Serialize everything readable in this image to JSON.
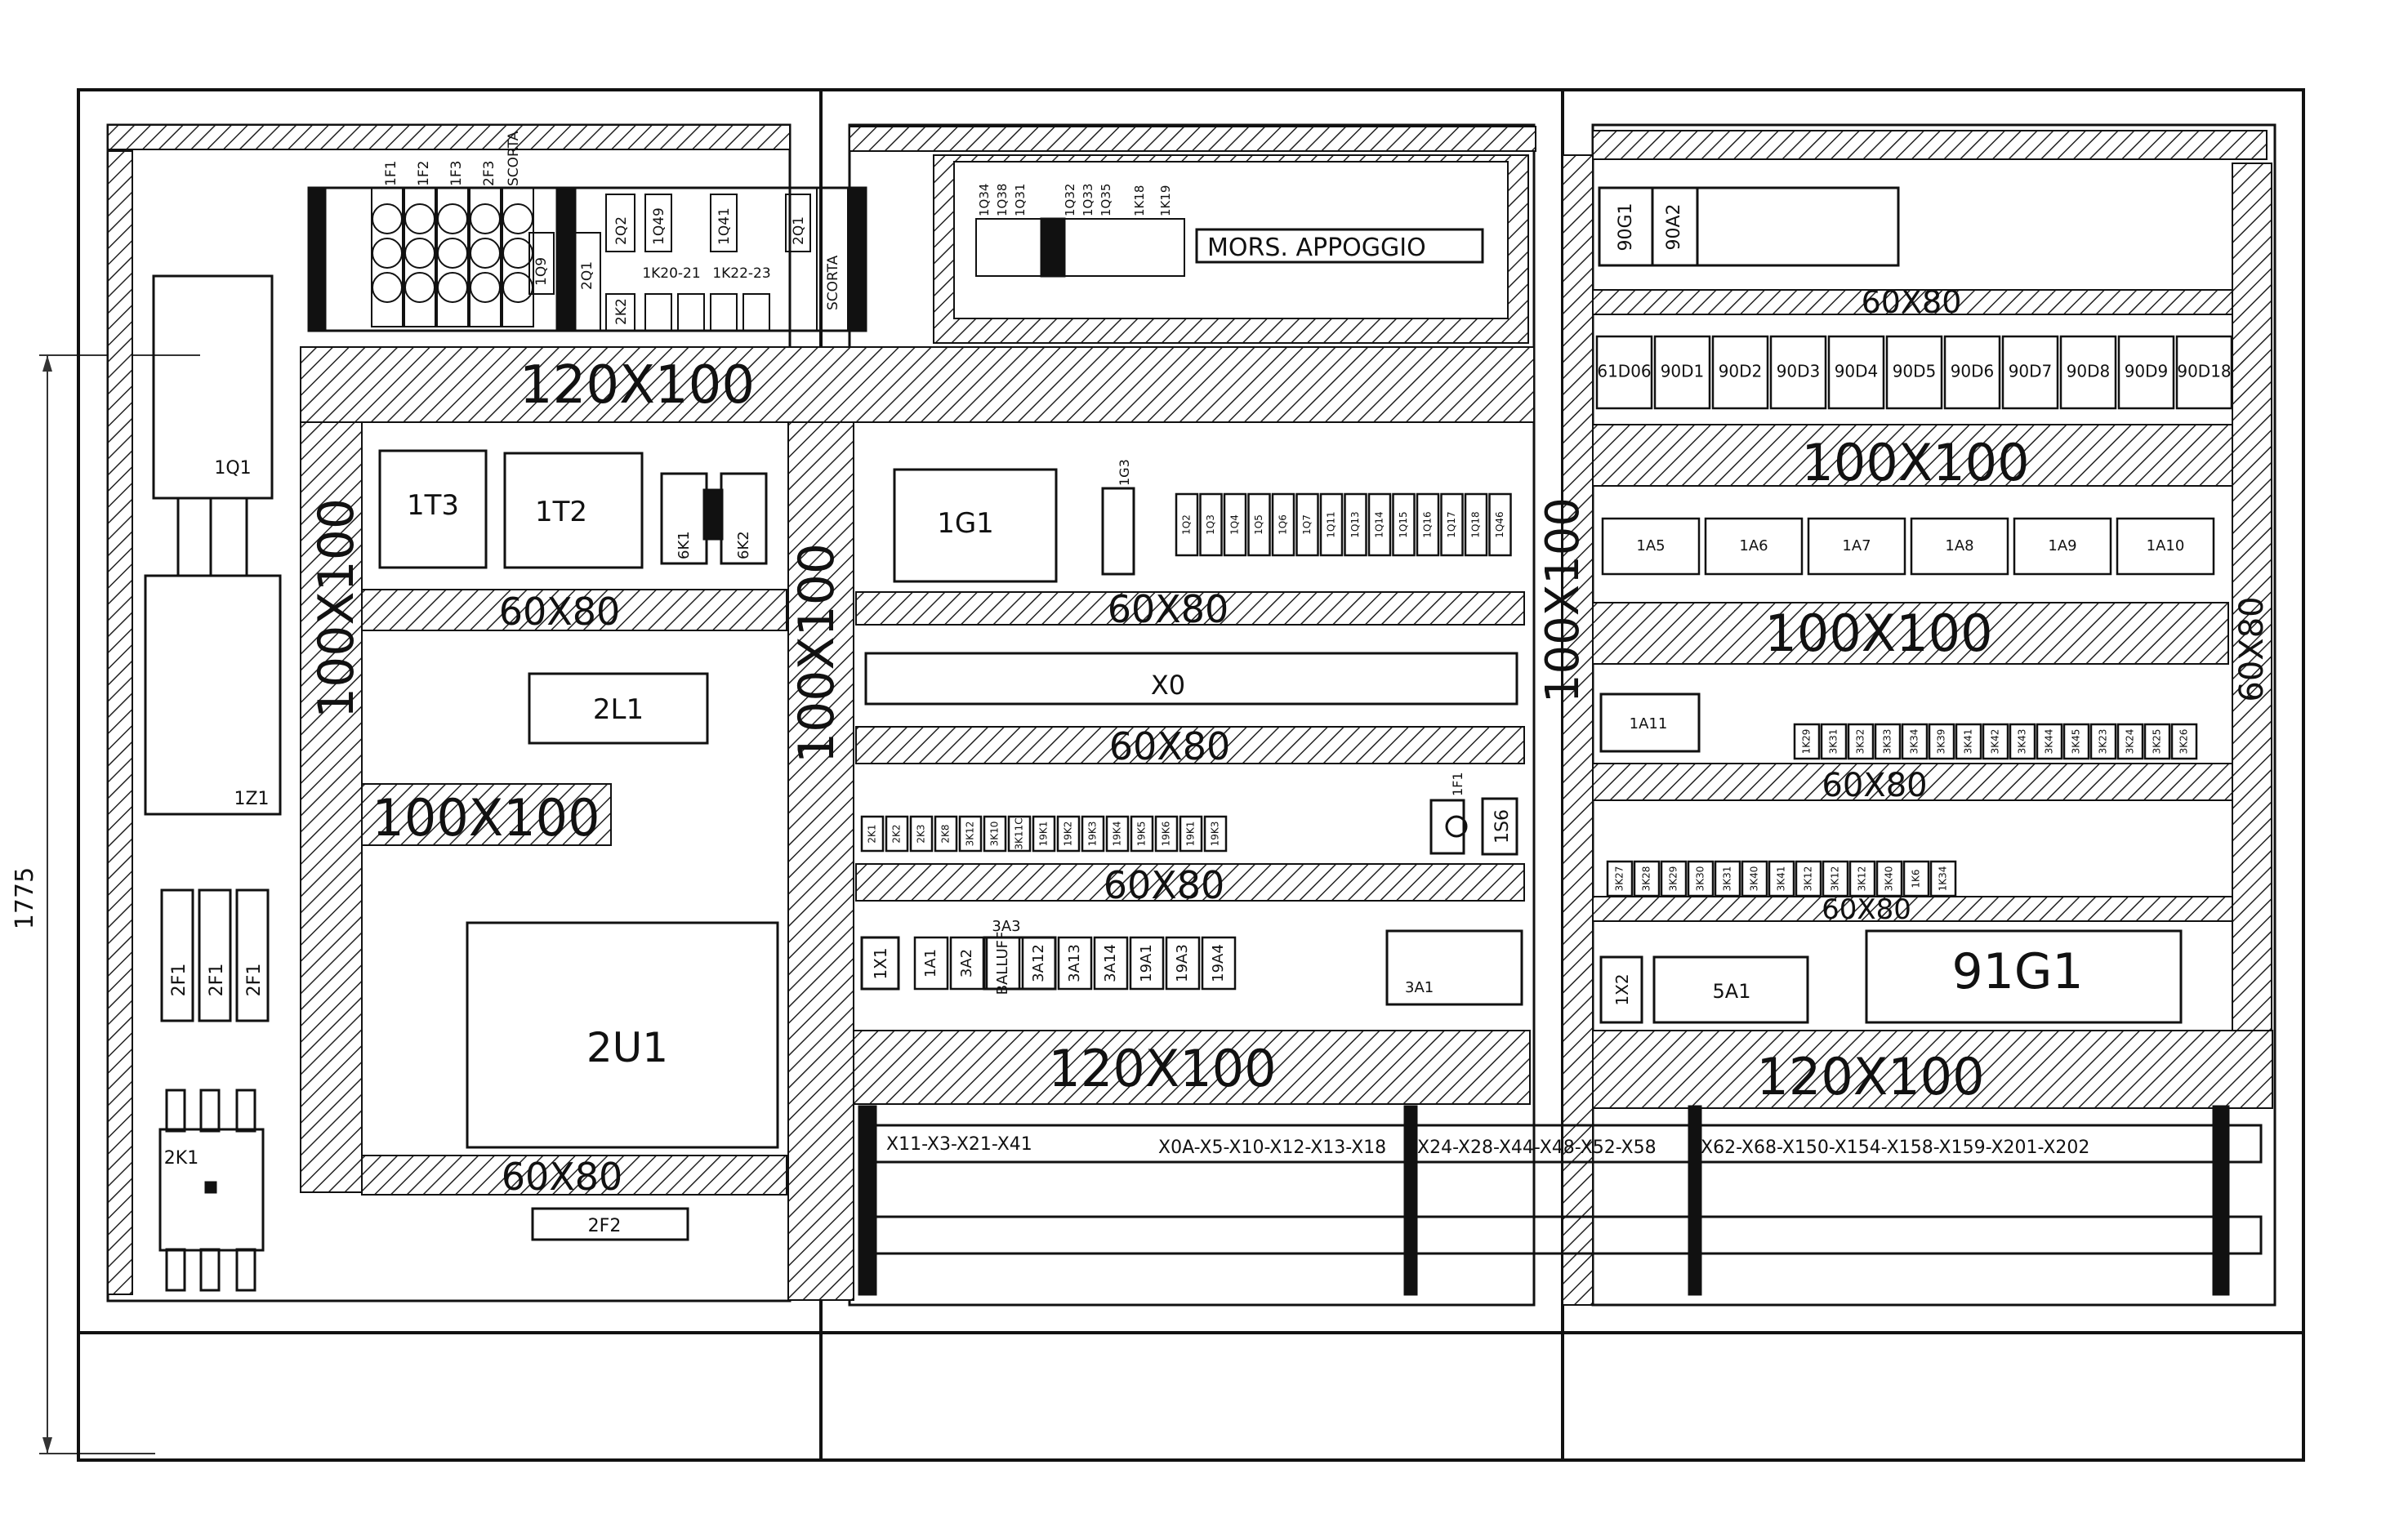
{
  "dimension": {
    "value": "1775"
  },
  "ducts": {
    "top_left": "120X100",
    "col1_vertical": "100X100",
    "col1_60x80": "60X80",
    "col1_100x100": "100X100",
    "col1_bottom": "60X80",
    "col2_vertical": "100X100",
    "col2_60x80_a": "60X80",
    "col2_60x80_b": "60X80",
    "col2_60x80_c": "60X80",
    "col2_bottom": "120X100",
    "col3_vertical": "100X100",
    "col3_top_60x80": "60X80",
    "col3_100x100_a": "100X100",
    "col3_100x100_b": "100X100",
    "col3_60x80_a": "60X80",
    "col3_60x80_b": "60X80",
    "col3_bottom": "120X100",
    "right_vertical": "60X80"
  },
  "col0": {
    "q1": "1Q1",
    "z1": "1Z1",
    "fuses": [
      "2F1",
      "2F1",
      "2F1"
    ],
    "contactor": "2K1"
  },
  "top_rail": {
    "fuse_labels": [
      "1F1",
      "1F2",
      "1F3",
      "2F3",
      "SCORTA"
    ],
    "mini_labels": [
      "1Q9",
      "2Q1",
      "2Q2",
      "1Q49",
      "1Q41",
      "2K2",
      "1K20-21",
      "1K22-23",
      "2Q1",
      "SCORTA"
    ]
  },
  "col1": {
    "t3": "1T3",
    "t2": "1T2",
    "k1": "6K1",
    "k2": "6K2",
    "l1": "2L1",
    "u1": "2U1",
    "f2": "2F2"
  },
  "col2": {
    "terminals_top": [
      "1Q34",
      "1Q38",
      "1Q31",
      "1Q32",
      "1Q33",
      "1Q35",
      "1K18",
      "1K19"
    ],
    "mors": "MORS. APPOGGIO",
    "g1": "1G1",
    "g3": "1G3",
    "breakers": [
      "1Q2",
      "1Q3",
      "1Q4",
      "1Q5",
      "1Q6",
      "1Q7",
      "1Q11",
      "1Q13",
      "1Q14",
      "1Q15",
      "1Q16",
      "1Q17",
      "1Q18",
      "1Q46"
    ],
    "x0": "X0",
    "relays": [
      "2K1",
      "2K2",
      "2K3",
      "2K8",
      "3K12",
      "3K10",
      "3K11C",
      "19K1",
      "19K2",
      "19K3",
      "19K4",
      "19K5",
      "19K6",
      "19K1",
      "19K3"
    ],
    "f1": "1F1",
    "s6": "1S6",
    "x1": "1X1",
    "row_items": [
      "1A1",
      "3A2",
      "BALLUFF",
      "3A12",
      "3A13",
      "3A14",
      "19A1",
      "19A3",
      "19A4"
    ],
    "a3": "3A3",
    "a1": "3A1"
  },
  "col3": {
    "top_pair": [
      "90G1",
      "90A2"
    ],
    "d_row": [
      "61D06",
      "90D1",
      "90D2",
      "90D3",
      "90D4",
      "90D5",
      "90D6",
      "90D7",
      "90D8",
      "90D9",
      "90D18"
    ],
    "a_row": [
      "1A5",
      "1A6",
      "1A7",
      "1A8",
      "1A9",
      "1A10"
    ],
    "a11": "1A11",
    "k_row1": [
      "1K29",
      "3K31",
      "3K32",
      "3K33",
      "3K34",
      "3K39",
      "3K41",
      "3K42",
      "3K43",
      "3K44",
      "3K45",
      "3K23",
      "3K24",
      "3K25",
      "3K26"
    ],
    "k_row2": [
      "3K27",
      "3K28",
      "3K29",
      "3K30",
      "3K31",
      "3K40",
      "3K41",
      "3K12",
      "3K12",
      "3K12",
      "3K40",
      "1K6",
      "1K34"
    ],
    "x2": "1X2",
    "a5": "5A1",
    "g91": "91G1"
  },
  "terminals": {
    "group1": "X11-X3-X21-X41",
    "group2": "X0A-X5-X10-X12-X13-X18",
    "group3": "X24-X28-X44-X48-X52-X58",
    "group4": "X62-X68-X150-X154-X158-X159-X201-X202"
  }
}
